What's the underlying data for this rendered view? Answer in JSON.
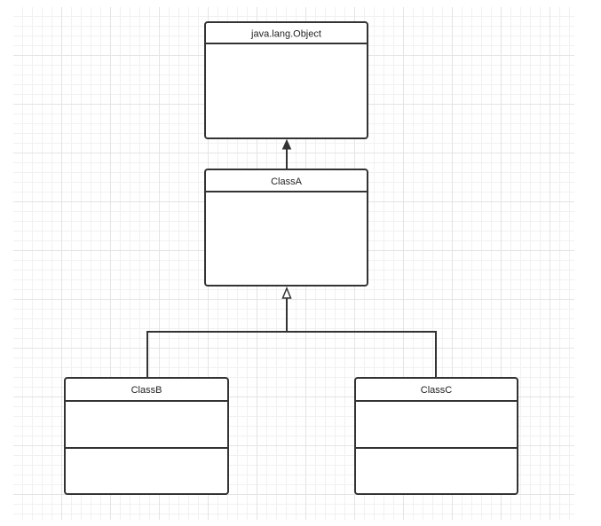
{
  "diagram": {
    "classes": {
      "object": {
        "name": "java.lang.Object"
      },
      "a": {
        "name": "ClassA"
      },
      "b": {
        "name": "ClassB"
      },
      "c": {
        "name": "ClassC"
      }
    },
    "relations": [
      {
        "from": "ClassA",
        "to": "java.lang.Object",
        "kind": "generalization"
      },
      {
        "from": "ClassB",
        "to": "ClassA",
        "kind": "generalization"
      },
      {
        "from": "ClassC",
        "to": "ClassA",
        "kind": "generalization"
      }
    ],
    "colors": {
      "stroke": "#333333",
      "grid_major": "#e4e4e4",
      "grid_minor": "#f1f1f1",
      "background": "#ffffff"
    }
  }
}
